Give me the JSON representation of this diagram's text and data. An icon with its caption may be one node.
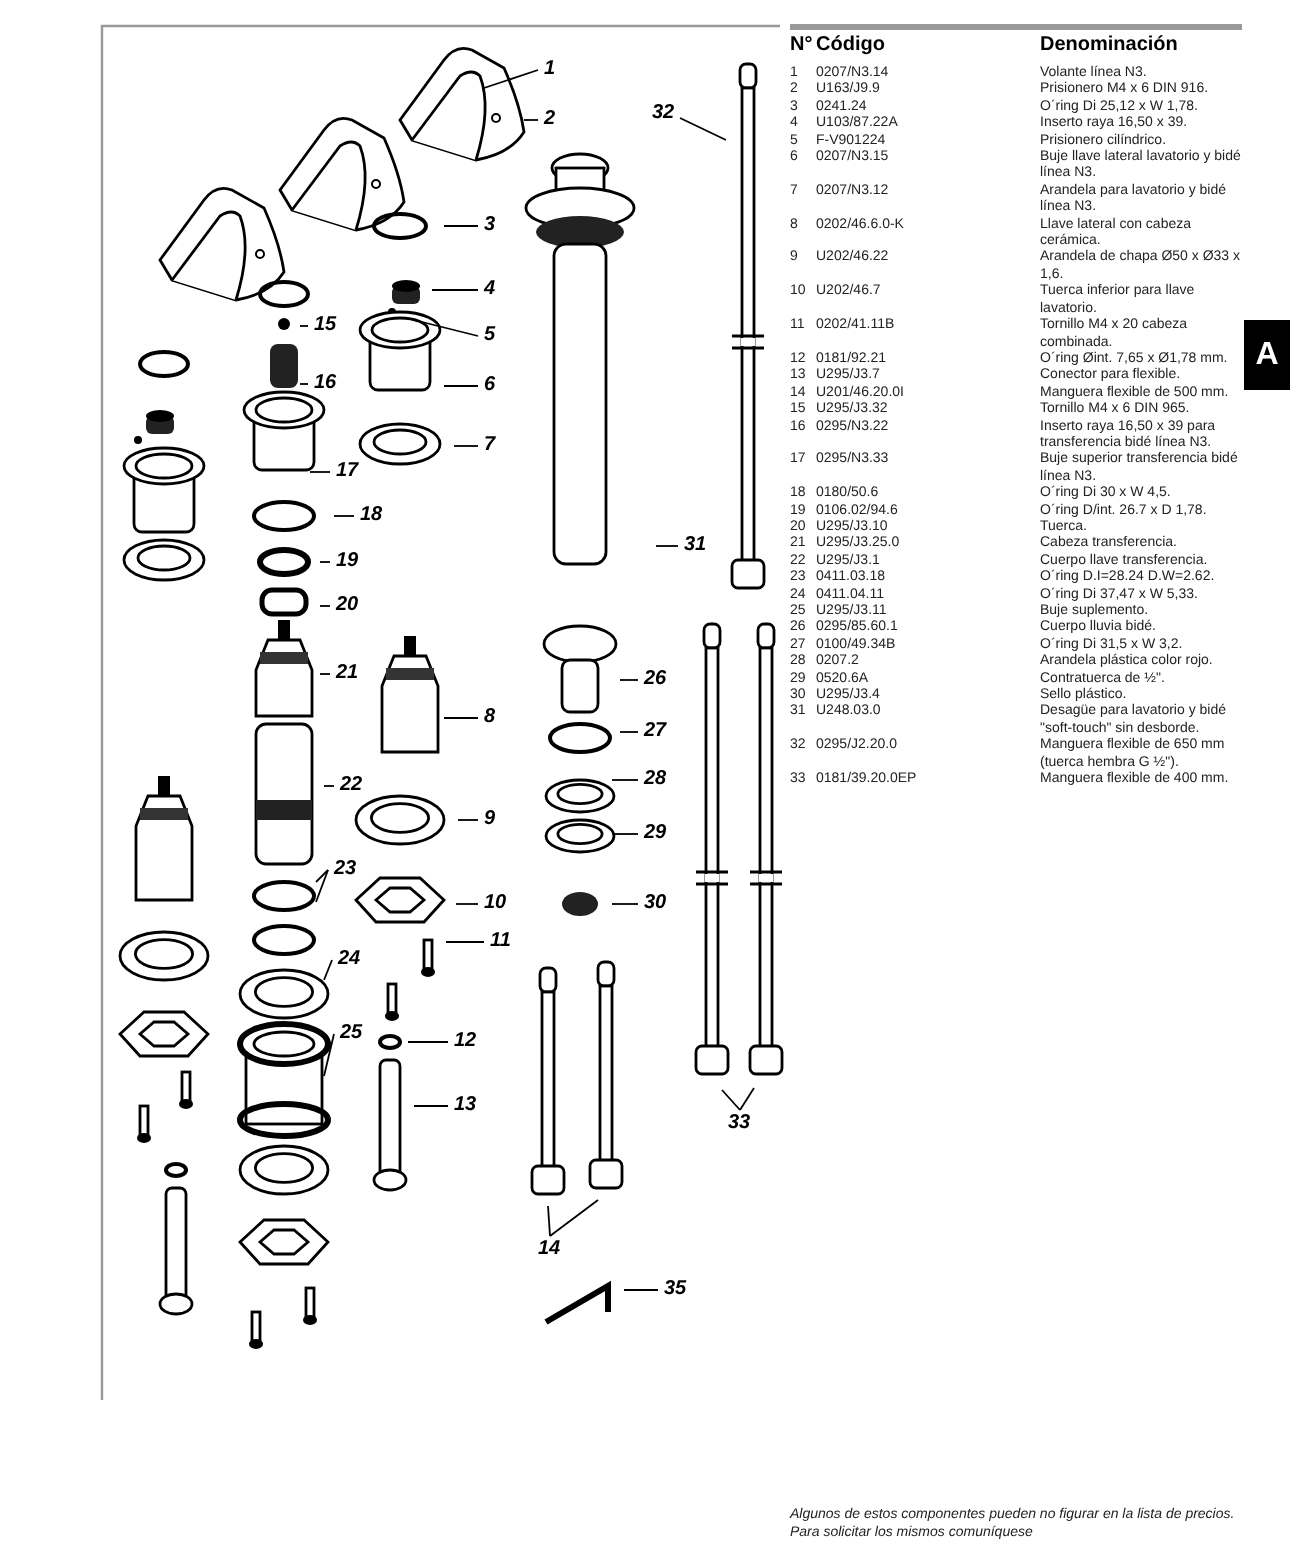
{
  "diagram": {
    "nodes": [
      {
        "text": [
          "1"
        ]
      },
      {
        "text": [
          "2"
        ]
      },
      {
        "text": [
          "32"
        ]
      },
      {
        "text": [
          "3"
        ]
      },
      {
        "text": [
          "4"
        ]
      },
      {
        "text": [
          "15"
        ]
      },
      {
        "text": [
          "5"
        ]
      },
      {
        "text": [
          "16"
        ]
      },
      {
        "text": [
          "6"
        ]
      },
      {
        "text": [
          "7"
        ]
      },
      {
        "text": [
          "17"
        ]
      },
      {
        "text": [
          "18"
        ]
      },
      {
        "text": [
          "31"
        ]
      },
      {
        "text": [
          "19"
        ]
      },
      {
        "text": [
          "20"
        ]
      },
      {
        "text": [
          "21"
        ]
      },
      {
        "text": [
          "26"
        ]
      },
      {
        "text": [
          "8"
        ]
      },
      {
        "text": [
          "27"
        ]
      },
      {
        "text": [
          "28"
        ]
      },
      {
        "text": [
          "22"
        ]
      },
      {
        "text": [
          "9"
        ]
      },
      {
        "text": [
          "29"
        ]
      },
      {
        "text": [
          "23"
        ]
      },
      {
        "text": [
          "10"
        ]
      },
      {
        "text": [
          "30"
        ]
      },
      {
        "text": [
          "11"
        ]
      },
      {
        "text": [
          "24"
        ]
      },
      {
        "text": [
          "25"
        ]
      },
      {
        "text": [
          "12"
        ]
      },
      {
        "text": [
          "13"
        ]
      },
      {
        "text": [
          "33"
        ]
      },
      {
        "text": [
          "14"
        ]
      },
      {
        "text": [
          "35"
        ]
      }
    ],
    "edges": [
      {
        "from": 0,
        "to": null,
        "arrow": "none"
      },
      {
        "from": 1,
        "to": null,
        "arrow": "none"
      },
      {
        "from": 2,
        "to": null,
        "arrow": "none"
      },
      {
        "from": 3,
        "to": null,
        "arrow": "none"
      },
      {
        "from": 4,
        "to": null,
        "arrow": "none"
      },
      {
        "from": 5,
        "to": null,
        "arrow": "none"
      },
      {
        "from": 6,
        "to": null,
        "arrow": "none"
      },
      {
        "from": 7,
        "to": null,
        "arrow": "none"
      },
      {
        "from": 8,
        "to": null,
        "arrow": "none"
      },
      {
        "from": 9,
        "to": null,
        "arrow": "none"
      },
      {
        "from": 10,
        "to": null,
        "arrow": "none"
      },
      {
        "from": 11,
        "to": null,
        "arrow": "none"
      },
      {
        "from": 12,
        "to": null,
        "arrow": "none"
      },
      {
        "from": 13,
        "to": null,
        "arrow": "none"
      },
      {
        "from": 14,
        "to": null,
        "arrow": "none"
      },
      {
        "from": 15,
        "to": null,
        "arrow": "none"
      },
      {
        "from": 16,
        "to": null,
        "arrow": "none"
      },
      {
        "from": 17,
        "to": null,
        "arrow": "none"
      },
      {
        "from": 18,
        "to": null,
        "arrow": "none"
      },
      {
        "from": 19,
        "to": null,
        "arrow": "none"
      },
      {
        "from": 20,
        "to": null,
        "arrow": "none"
      },
      {
        "from": 21,
        "to": null,
        "arrow": "none"
      },
      {
        "from": 22,
        "to": null,
        "arrow": "none"
      },
      {
        "from": 23,
        "to": null,
        "arrow": "none"
      },
      {
        "from": 23,
        "to": null,
        "arrow": "none"
      },
      {
        "from": 24,
        "to": null,
        "arrow": "none"
      },
      {
        "from": 25,
        "to": null,
        "arrow": "none"
      },
      {
        "from": 26,
        "to": null,
        "arrow": "none"
      },
      {
        "from": 27,
        "to": null,
        "arrow": "none"
      },
      {
        "from": 28,
        "to": null,
        "arrow": "none"
      },
      {
        "from": 29,
        "to": null,
        "arrow": "none"
      },
      {
        "from": 30,
        "to": null,
        "arrow": "none"
      },
      {
        "from": 31,
        "to": null,
        "arrow": "none"
      },
      {
        "from": 31,
        "to": null,
        "arrow": "none"
      },
      {
        "from": 32,
        "to": null,
        "arrow": "none"
      },
      {
        "from": 32,
        "to": null,
        "arrow": "none"
      },
      {
        "from": 33,
        "to": null,
        "arrow": "none"
      }
    ],
    "labels": [
      "N°",
      "Código",
      "Denominación",
      "1",
      "0207/N3.14",
      "Volante línea N3.",
      "2",
      "U163/J9.9",
      "Prisionero M4 x 6 DIN 916.",
      "3",
      "0241.24",
      "O´ring Di 25,12 x W 1,78.",
      "4",
      "U103/87.22A",
      "Inserto raya 16,50 x 39.",
      "5",
      "F-V901224",
      "Prisionero cilíndrico.",
      "6",
      "0207/N3.15",
      "Buje llave lateral lavatorio y bidé línea N3.",
      "7",
      "0207/N3.12",
      "Arandela para lavatorio y bidé línea N3.",
      "8",
      "0202/46.6.0-K",
      "Llave lateral con cabeza cerámica.",
      "9",
      "U202/46.22",
      "Arandela de chapa Ø50 x Ø33 x 1,6.",
      "10",
      "U202/46.7",
      "Tuerca inferior para llave lavatorio.",
      "11",
      "0202/41.11B",
      "Tornillo M4 x 20 cabeza combinada.",
      "12",
      "0181/92.21",
      "O´ring Øint. 7,65 x Ø1,78 mm.",
      "13",
      "U295/J3.7",
      "Conector para flexible.",
      "14",
      "U201/46.20.0I",
      "Manguera flexible de 500 mm.",
      "15",
      "U295/J3.32",
      "Tornillo M4 x 6 DIN 965.",
      "16",
      "0295/N3.22",
      "Inserto raya 16,50 x 39 para transferencia bidé línea N3.",
      "17",
      "0295/N3.33",
      "Buje superior transferencia bidé línea N3.",
      "18",
      "0180/50.6",
      "O´ring Di 30 x W 4,5.",
      "19",
      "0106.02/94.6",
      "O´ring D/int. 26.7 x D 1,78.",
      "20",
      "U295/J3.10",
      "Tuerca.",
      "21",
      "U295/J3.25.0",
      "Cabeza transferencia.",
      "22",
      "U295/J3.1",
      "Cuerpo llave transferencia.",
      "23",
      "0411.03.18",
      "O´ring D.I=28.24 D.W=2.62.",
      "24",
      "0411.04.11",
      "O´ring Di 37,47 x W 5,33.",
      "25",
      "U295/J3.11",
      "Buje suplemento.",
      "26",
      "0295/85.60.1",
      "Cuerpo lluvia bidé.",
      "27",
      "0100/49.34B",
      "O´ring Di 31,5 x W 3,2.",
      "28",
      "0207.2",
      "Arandela plástica color rojo.",
      "29",
      "0520.6A",
      "Contratuerca de ½\".",
      "30",
      "U295/J3.4",
      "Sello plástico.",
      "31",
      "U248.03.0",
      "Desagüe para lavatorio y bidé \"soft-touch\" sin desborde.",
      "32",
      "0295/J2.20.0",
      "Manguera flexible de 650 mm (tuerca hembra G ½\").",
      "33",
      "0181/39.20.0EP",
      "Manguera flexible de 400 mm.",
      "A",
      "Algunos de estos componentes pueden no figurar en la lista de precios. Para solicitar los mismos comuníquese"
    ]
  }
}
